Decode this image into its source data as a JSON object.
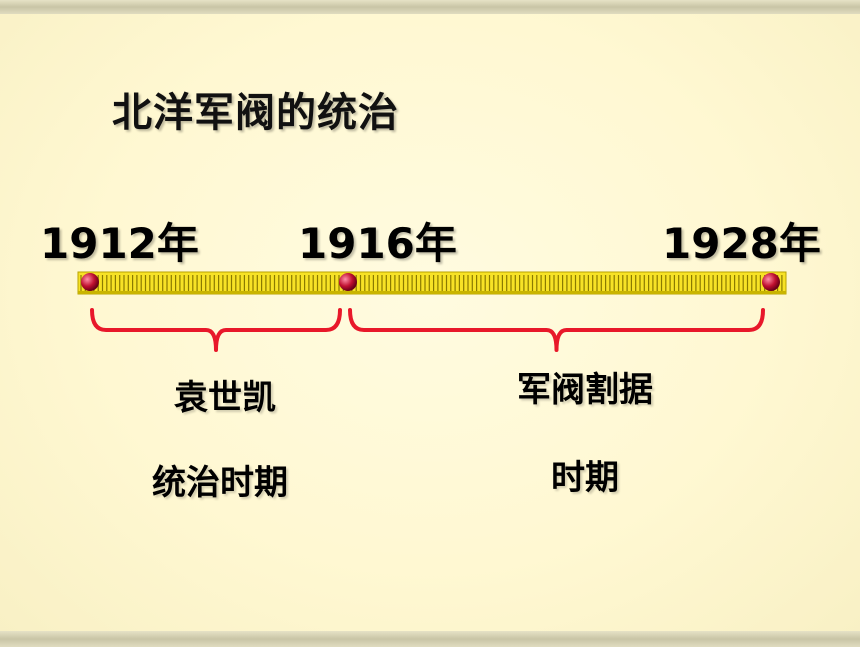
{
  "title": "北洋军阀的统治",
  "chart_data": {
    "type": "timeline",
    "points": [
      {
        "year": 1912,
        "label": "1912年"
      },
      {
        "year": 1916,
        "label": "1916年"
      },
      {
        "year": 1928,
        "label": "1928年"
      }
    ],
    "periods": [
      {
        "start": 1912,
        "end": 1916,
        "line1": "袁世凯",
        "line2": "统治时期"
      },
      {
        "start": 1916,
        "end": 1928,
        "line1": "军阀割据",
        "line2": "时期"
      }
    ]
  },
  "colors": {
    "bar_fill": "#f7e226",
    "tick": "#8a7a00",
    "marker": "#c01030",
    "bracket": "#e8182a"
  }
}
